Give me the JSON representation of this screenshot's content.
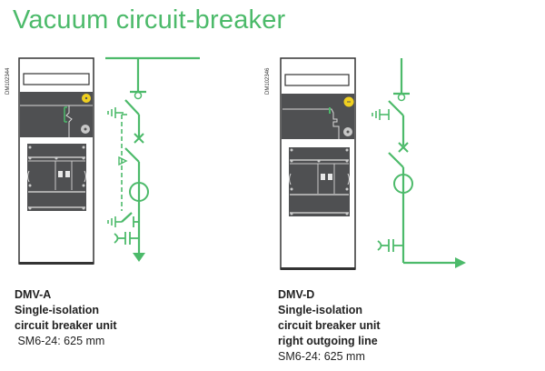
{
  "title": "Vacuum circuit-breaker",
  "colors": {
    "accent": "#4cba6a",
    "cabinet_dark": "#4f5052",
    "key_yellow": "#f0d020",
    "text": "#222222"
  },
  "units": [
    {
      "ref_code": "DM102344",
      "name": "DMV-A",
      "line1": "Single-isolation",
      "line2": "circuit breaker unit",
      "line3": " SM6-24: 625 mm"
    },
    {
      "ref_code": "DM102346",
      "name": "DMV-D",
      "line1": "Single-isolation",
      "line2": "circuit breaker unit",
      "line3": "right outgoing line",
      "line4": "SM6-24: 625 mm"
    }
  ]
}
